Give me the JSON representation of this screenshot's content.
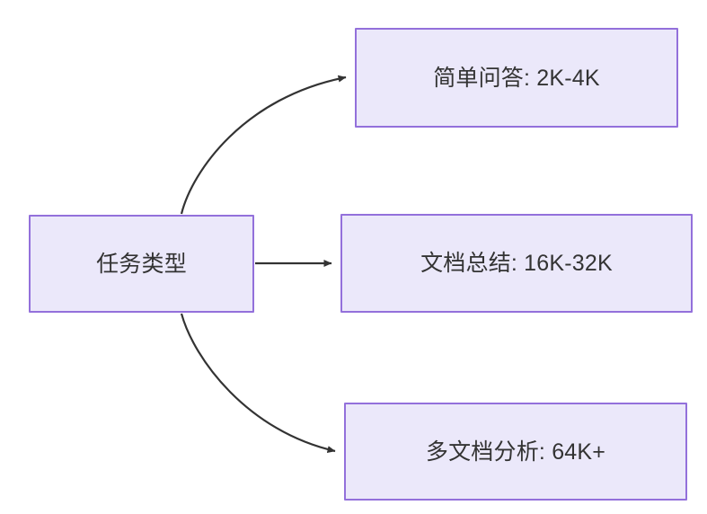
{
  "diagram": {
    "type": "flowchart",
    "direction": "left-to-right",
    "background_color": "#ffffff",
    "node_fill_color": "#ebe8fa",
    "node_border_color": "#9370db",
    "node_text_color": "#333333",
    "edge_color": "#333333",
    "nodes": [
      {
        "id": "source",
        "label": "任务类型",
        "role": "root"
      },
      {
        "id": "simple-qa",
        "label": "简单问答: 2K-4K",
        "role": "leaf"
      },
      {
        "id": "doc-summary",
        "label": "文档总结: 16K-32K",
        "role": "leaf"
      },
      {
        "id": "multi-doc",
        "label": "多文档分析: 64K+",
        "role": "leaf"
      }
    ],
    "edges": [
      {
        "id": "edge-source-simple-qa",
        "from": "source",
        "to": "simple-qa",
        "label": "",
        "style": "curved",
        "arrowhead": "triangle"
      },
      {
        "id": "edge-source-doc-summary",
        "from": "source",
        "to": "doc-summary",
        "label": "",
        "style": "straight",
        "arrowhead": "triangle"
      },
      {
        "id": "edge-source-multi-doc",
        "from": "source",
        "to": "multi-doc",
        "label": "",
        "style": "curved",
        "arrowhead": "triangle"
      }
    ]
  }
}
